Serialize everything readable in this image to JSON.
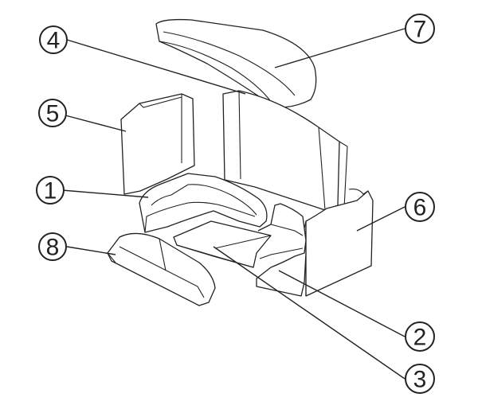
{
  "callouts": {
    "c1": "1",
    "c2": "2",
    "c3": "3",
    "c4": "4",
    "c5": "5",
    "c6": "6",
    "c7": "7",
    "c8": "8"
  },
  "colors": {
    "line": "#222222",
    "background": "#ffffff",
    "grid": "#333333"
  }
}
